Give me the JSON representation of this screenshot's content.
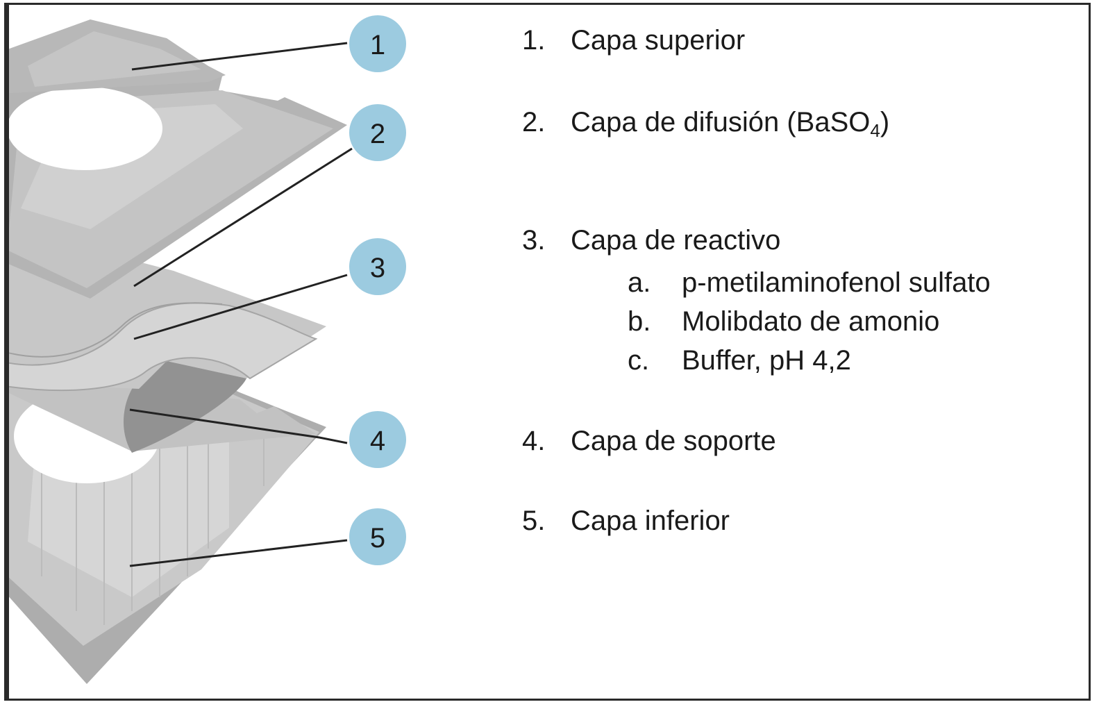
{
  "callouts": [
    "1",
    "2",
    "3",
    "4",
    "5"
  ],
  "legend": {
    "layers": [
      {
        "number": "1.",
        "label": "Capa superior"
      },
      {
        "number": "2.",
        "label_prefix": "Capa de difusión (BaSO",
        "label_sub": "4",
        "label_suffix": ")"
      },
      {
        "number": "3.",
        "label": "Capa de reactivo",
        "items": [
          {
            "letter": "a.",
            "label": "p-metilaminofenol sulfato"
          },
          {
            "letter": "b.",
            "label": "Molibdato de amonio"
          },
          {
            "letter": "c.",
            "label": "Buffer, pH 4,2"
          }
        ]
      },
      {
        "number": "4.",
        "label": "Capa de soporte"
      },
      {
        "number": "5.",
        "label": "Capa inferior"
      }
    ]
  },
  "colors": {
    "badge": "#9ccbe0",
    "leader": "#222222",
    "layer_dark": "#a8a8a8",
    "layer_mid": "#bdbdbd",
    "layer_light": "#d4d4d4",
    "reagent_dark": "#8f8f8f",
    "frame": "#2a2a2a"
  }
}
